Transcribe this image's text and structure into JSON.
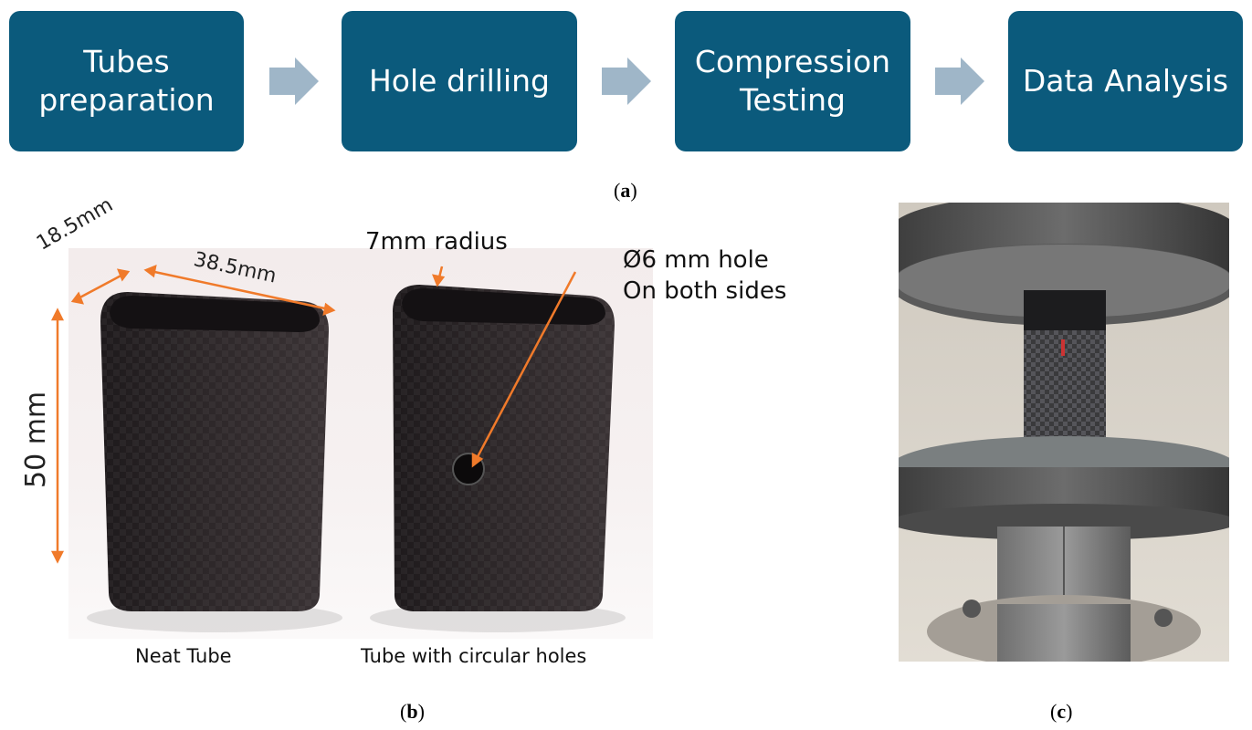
{
  "flow": {
    "steps": [
      {
        "label": "Tubes\npreparation"
      },
      {
        "label": "Hole drilling"
      },
      {
        "label": "Compression\nTesting"
      },
      {
        "label": "Data Analysis"
      }
    ],
    "panel_label": "a"
  },
  "panel_b": {
    "panel_label": "b",
    "dimensions": {
      "width": "18.5mm",
      "length": "38.5mm",
      "height": "50 mm"
    },
    "annotations": {
      "radius": "7mm radius",
      "hole": "Ø6 mm hole\nOn both sides"
    },
    "captions": {
      "neat": "Neat Tube",
      "holes": "Tube with circular holes"
    },
    "colors": {
      "dimension_lines": "#f07a2a",
      "tube": "#2a2426"
    }
  },
  "panel_c": {
    "panel_label": "c"
  },
  "colors": {
    "step_box": "#0b5a7c",
    "arrow": "#9fb6c8"
  }
}
